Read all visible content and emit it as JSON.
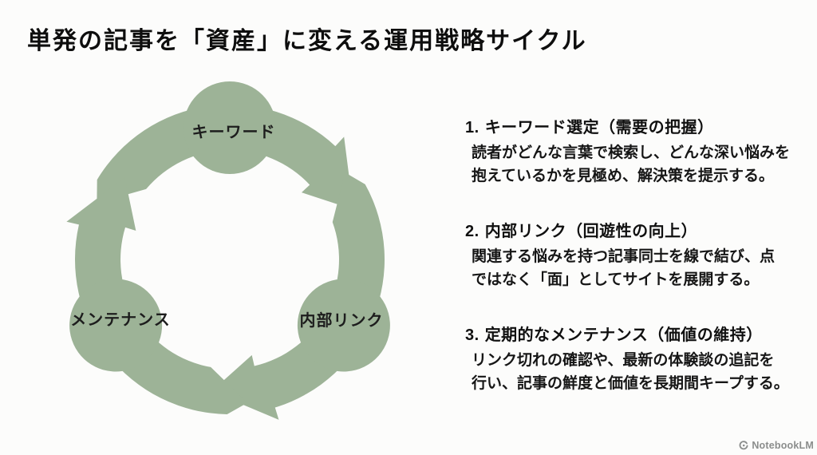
{
  "title": "単発の記事を「資産」に変える運用戦略サイクル",
  "cycle": {
    "arrow_color": "#9db397",
    "direction": "clockwise",
    "nodes": [
      {
        "label": "キーワード"
      },
      {
        "label": "内部リンク"
      },
      {
        "label": "メンテナンス"
      }
    ]
  },
  "steps": [
    {
      "num": "1.",
      "title": "キーワード選定（需要の把握）",
      "line1": "読者がどんな言葉で検索し、どんな深い悩みを",
      "line2": "抱えているかを見極め、解決策を提示する。"
    },
    {
      "num": "2.",
      "title": "内部リンク（回遊性の向上）",
      "line1": "関連する悩みを持つ記事同士を線で結び、点",
      "line2": "ではなく「面」としてサイトを展開する。"
    },
    {
      "num": "3.",
      "title": "定期的なメンテナンス（価値の維持）",
      "line1": "リンク切れの確認や、最新の体験談の追記を",
      "line2": "行い、記事の鮮度と価値を長期間キープする。"
    }
  ],
  "watermark": {
    "brand": "NotebookLM"
  }
}
